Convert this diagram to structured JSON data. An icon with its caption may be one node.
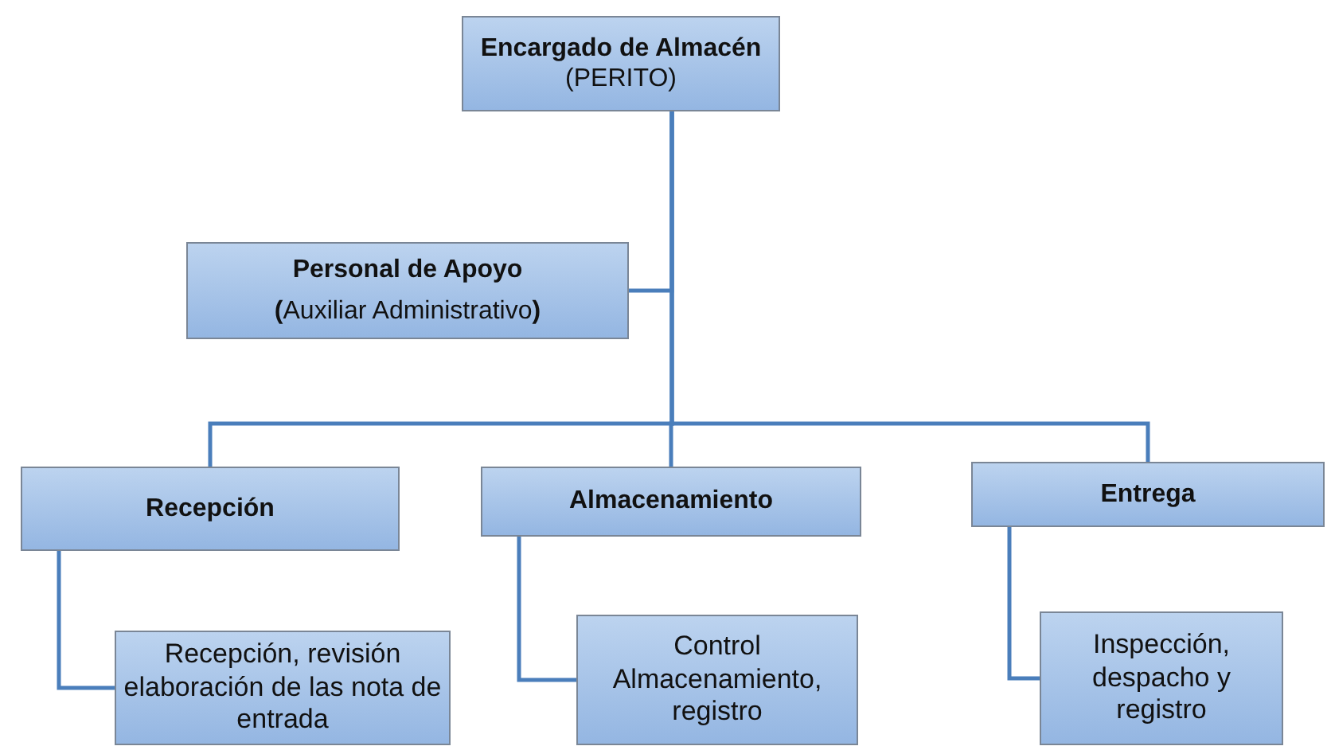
{
  "diagram": {
    "nodes": [
      {
        "text": [
          "Encargado de Almacén",
          "(PERITO)"
        ]
      },
      {
        "text": [
          "Personal de Apoyo",
          "**(**Auxiliar Administrativo**)**"
        ]
      },
      {
        "text": [
          "Recepción"
        ]
      },
      {
        "text": [
          "Almacenamiento"
        ]
      },
      {
        "text": [
          "Entrega"
        ]
      },
      {
        "text": [
          "Recepción, revisión elaboración de las nota de entrada"
        ]
      },
      {
        "text": [
          "Control Almacenamiento, registro"
        ]
      },
      {
        "text": [
          "Inspección, despacho y registro"
        ]
      }
    ],
    "edges": [
      {
        "from": 0,
        "to": 1,
        "arrow": "none"
      },
      {
        "from": 0,
        "to": 2,
        "arrow": "none"
      },
      {
        "from": 0,
        "to": 3,
        "arrow": "none"
      },
      {
        "from": 0,
        "to": 4,
        "arrow": "none"
      },
      {
        "from": 2,
        "to": 5,
        "arrow": "none"
      },
      {
        "from": 3,
        "to": 6,
        "arrow": "none"
      },
      {
        "from": 4,
        "to": 7,
        "arrow": "none"
      }
    ]
  }
}
